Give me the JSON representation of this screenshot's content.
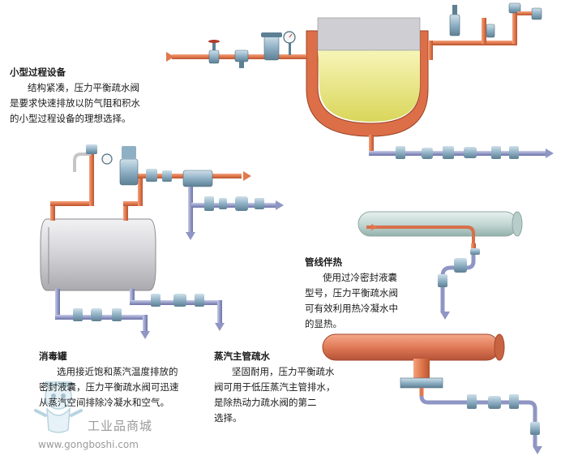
{
  "sections": {
    "small_equipment": {
      "title": "小型过程设备",
      "lines": [
        "结构紧凑，压力平衡疏水阀",
        "是要求快速排放以防气阻和积水",
        "的小型过程设备的理想选择。"
      ]
    },
    "pipe_tracing": {
      "title": "管线伴热",
      "lines": [
        "使用过冷密封液囊",
        "型号，压力平衡疏水阀",
        "可有效利用热冷凝水中",
        "的显热。"
      ]
    },
    "sterilizer": {
      "title": "消毒罐",
      "lines": [
        "选用接近饱和蒸汽温度排放的",
        "密封液囊，压力平衡疏水阀可迅速",
        "从蒸汽空间排除冷凝水和空气。"
      ]
    },
    "steam_main": {
      "title": "蒸汽主管疏水",
      "lines": [
        "坚固耐用，压力平衡疏水",
        "阀可用于低压蒸汽主管排水，",
        "是除热动力疏水阀的第二",
        "选择。"
      ]
    }
  },
  "watermark": {
    "brand": "工业品商城",
    "url": "www.gongboshi.com"
  },
  "colors": {
    "steam_pipe": "#e0784e",
    "condensate_pipe": "#8f96c4",
    "vessel_jacket": "#db6d45",
    "vessel_liquid": "#ecea8a",
    "tank_body": "#d9d9dc",
    "tracer_pipe": "#c9dcd8",
    "valve_metal": "#7fa0b4"
  },
  "icons": [
    "gate-valve-icon",
    "strainer-icon",
    "trap-icon",
    "pressure-gauge-icon",
    "safety-valve-icon",
    "arrow-icon",
    "mascot-icon"
  ]
}
